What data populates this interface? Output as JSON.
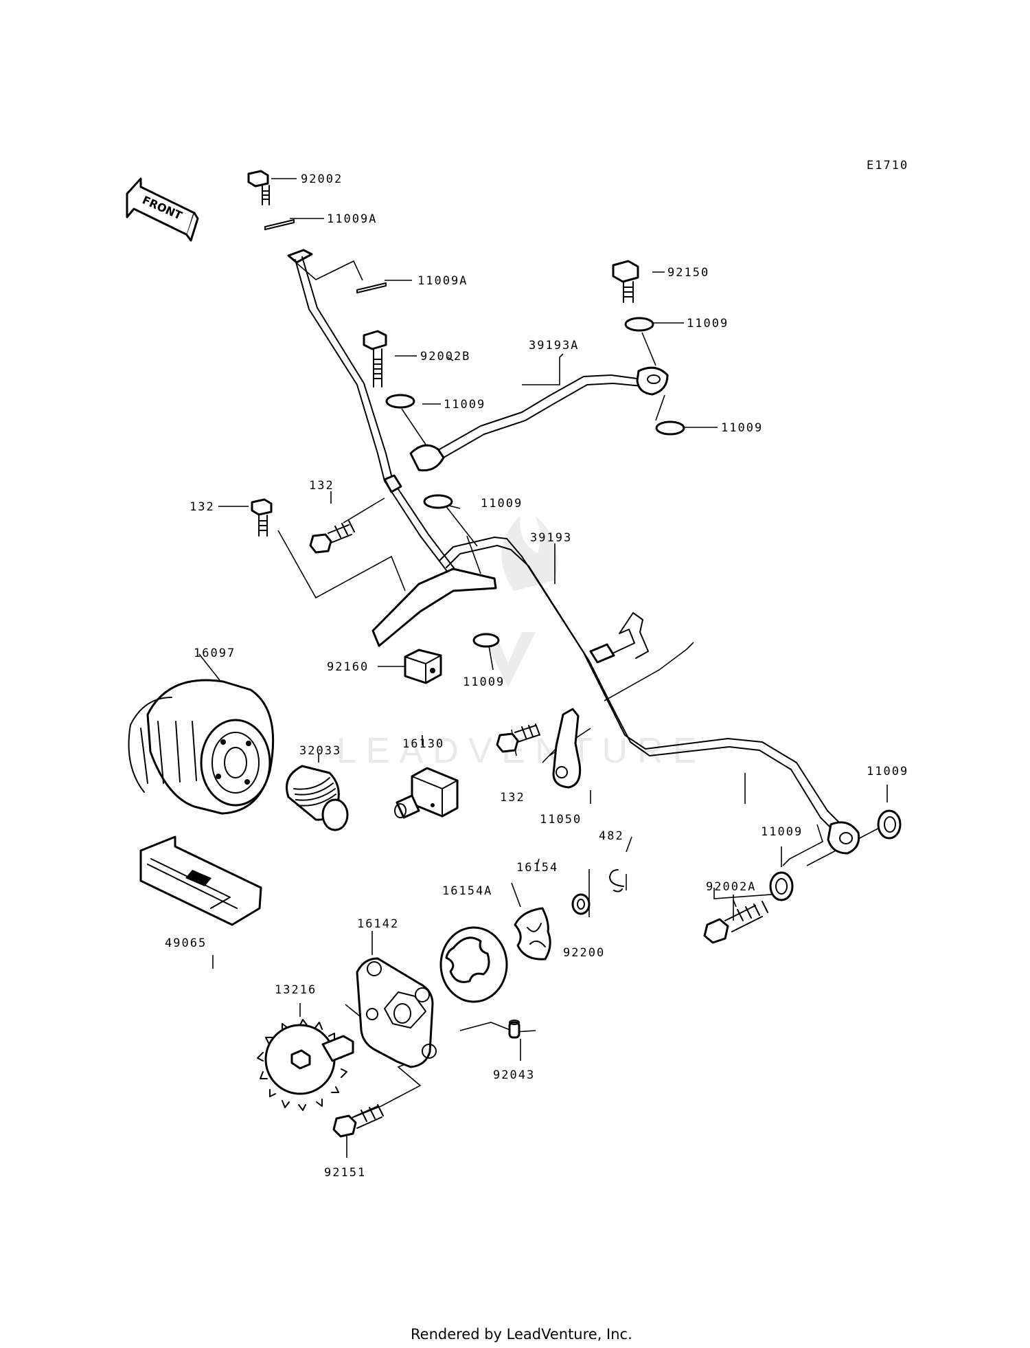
{
  "diagram_code": "E1710",
  "front_arrow_text": "FRONT",
  "watermark": "LEADVENTURE",
  "footer": "Rendered by LeadVenture, Inc.",
  "labels": {
    "l92002": "92002",
    "l11009A_1": "11009A",
    "l11009A_2": "11009A",
    "l92002B": "92002B",
    "l11009_a": "11009",
    "l39193A": "39193A",
    "l92150": "92150",
    "l11009_b": "11009",
    "l11009_c": "11009",
    "l132_a": "132",
    "l132_b": "132",
    "l11009_d": "11009",
    "l39193": "39193",
    "l92160": "92160",
    "l11009_e": "11009",
    "l16097": "16097",
    "l32033": "32033",
    "l16130": "16130",
    "l132_c": "132",
    "l11050": "11050",
    "l11009_f": "11009",
    "l11009_g": "11009",
    "l92002A": "92002A",
    "l482": "482",
    "l16154": "16154",
    "l16154A": "16154A",
    "l92200": "92200",
    "l49065": "49065",
    "l16142": "16142",
    "l13216": "13216",
    "l92043": "92043",
    "l92151": "92151"
  }
}
